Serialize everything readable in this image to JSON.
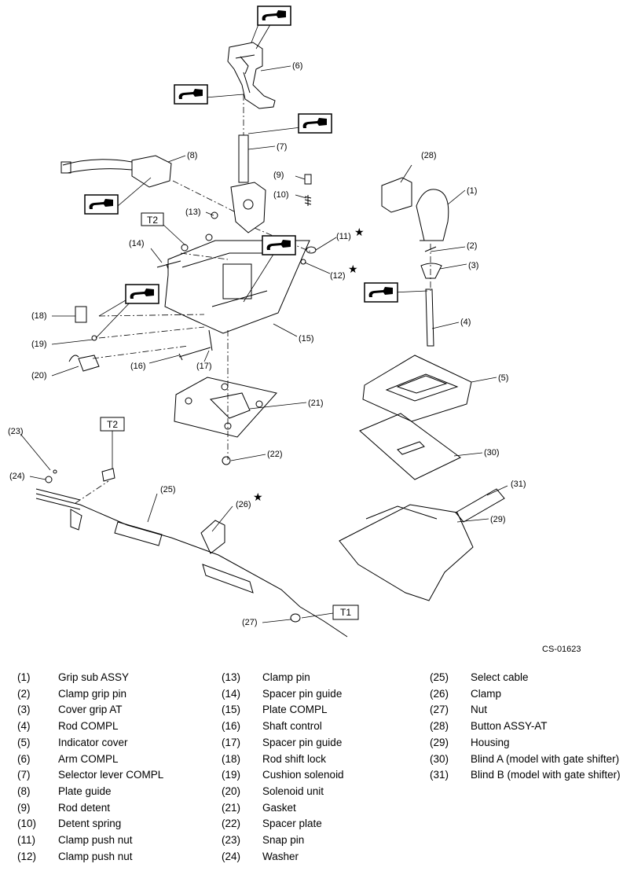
{
  "figure_code": "CS-01623",
  "torque_labels": [
    "T2",
    "T2",
    "T1"
  ],
  "callouts": [
    "(1)",
    "(2)",
    "(3)",
    "(4)",
    "(5)",
    "(6)",
    "(7)",
    "(8)",
    "(9)",
    "(10)",
    "(11)",
    "(12)",
    "(13)",
    "(14)",
    "(15)",
    "(16)",
    "(17)",
    "(18)",
    "(19)",
    "(20)",
    "(21)",
    "(22)",
    "(23)",
    "(24)",
    "(25)",
    "(26)",
    "(27)",
    "(28)",
    "(29)",
    "(30)",
    "(31)"
  ],
  "star_symbol": "★",
  "legend": {
    "col1": [
      {
        "num": "(1)",
        "name": "Grip sub ASSY"
      },
      {
        "num": "(2)",
        "name": "Clamp grip pin"
      },
      {
        "num": "(3)",
        "name": "Cover grip AT"
      },
      {
        "num": "(4)",
        "name": "Rod COMPL"
      },
      {
        "num": "(5)",
        "name": "Indicator cover"
      },
      {
        "num": "(6)",
        "name": "Arm COMPL"
      },
      {
        "num": "(7)",
        "name": "Selector lever COMPL"
      },
      {
        "num": "(8)",
        "name": "Plate guide"
      },
      {
        "num": "(9)",
        "name": "Rod detent"
      },
      {
        "num": "(10)",
        "name": "Detent spring"
      },
      {
        "num": "(11)",
        "name": "Clamp push nut"
      },
      {
        "num": "(12)",
        "name": "Clamp push nut"
      }
    ],
    "col2": [
      {
        "num": "(13)",
        "name": "Clamp pin"
      },
      {
        "num": "(14)",
        "name": "Spacer pin guide"
      },
      {
        "num": "(15)",
        "name": "Plate COMPL"
      },
      {
        "num": "(16)",
        "name": "Shaft control"
      },
      {
        "num": "(17)",
        "name": "Spacer pin guide"
      },
      {
        "num": "(18)",
        "name": "Rod shift lock"
      },
      {
        "num": "(19)",
        "name": "Cushion solenoid"
      },
      {
        "num": "(20)",
        "name": "Solenoid unit"
      },
      {
        "num": "(21)",
        "name": "Gasket"
      },
      {
        "num": "(22)",
        "name": "Spacer plate"
      },
      {
        "num": "(23)",
        "name": "Snap pin"
      },
      {
        "num": "(24)",
        "name": "Washer"
      }
    ],
    "col3": [
      {
        "num": "(25)",
        "name": "Select cable"
      },
      {
        "num": "(26)",
        "name": "Clamp"
      },
      {
        "num": "(27)",
        "name": "Nut"
      },
      {
        "num": "(28)",
        "name": "Button ASSY-AT"
      },
      {
        "num": "(29)",
        "name": "Housing"
      },
      {
        "num": "(30)",
        "name": "Blind A (model with gate shifter)"
      },
      {
        "num": "(31)",
        "name": "Blind B (model with gate shifter)"
      }
    ]
  }
}
